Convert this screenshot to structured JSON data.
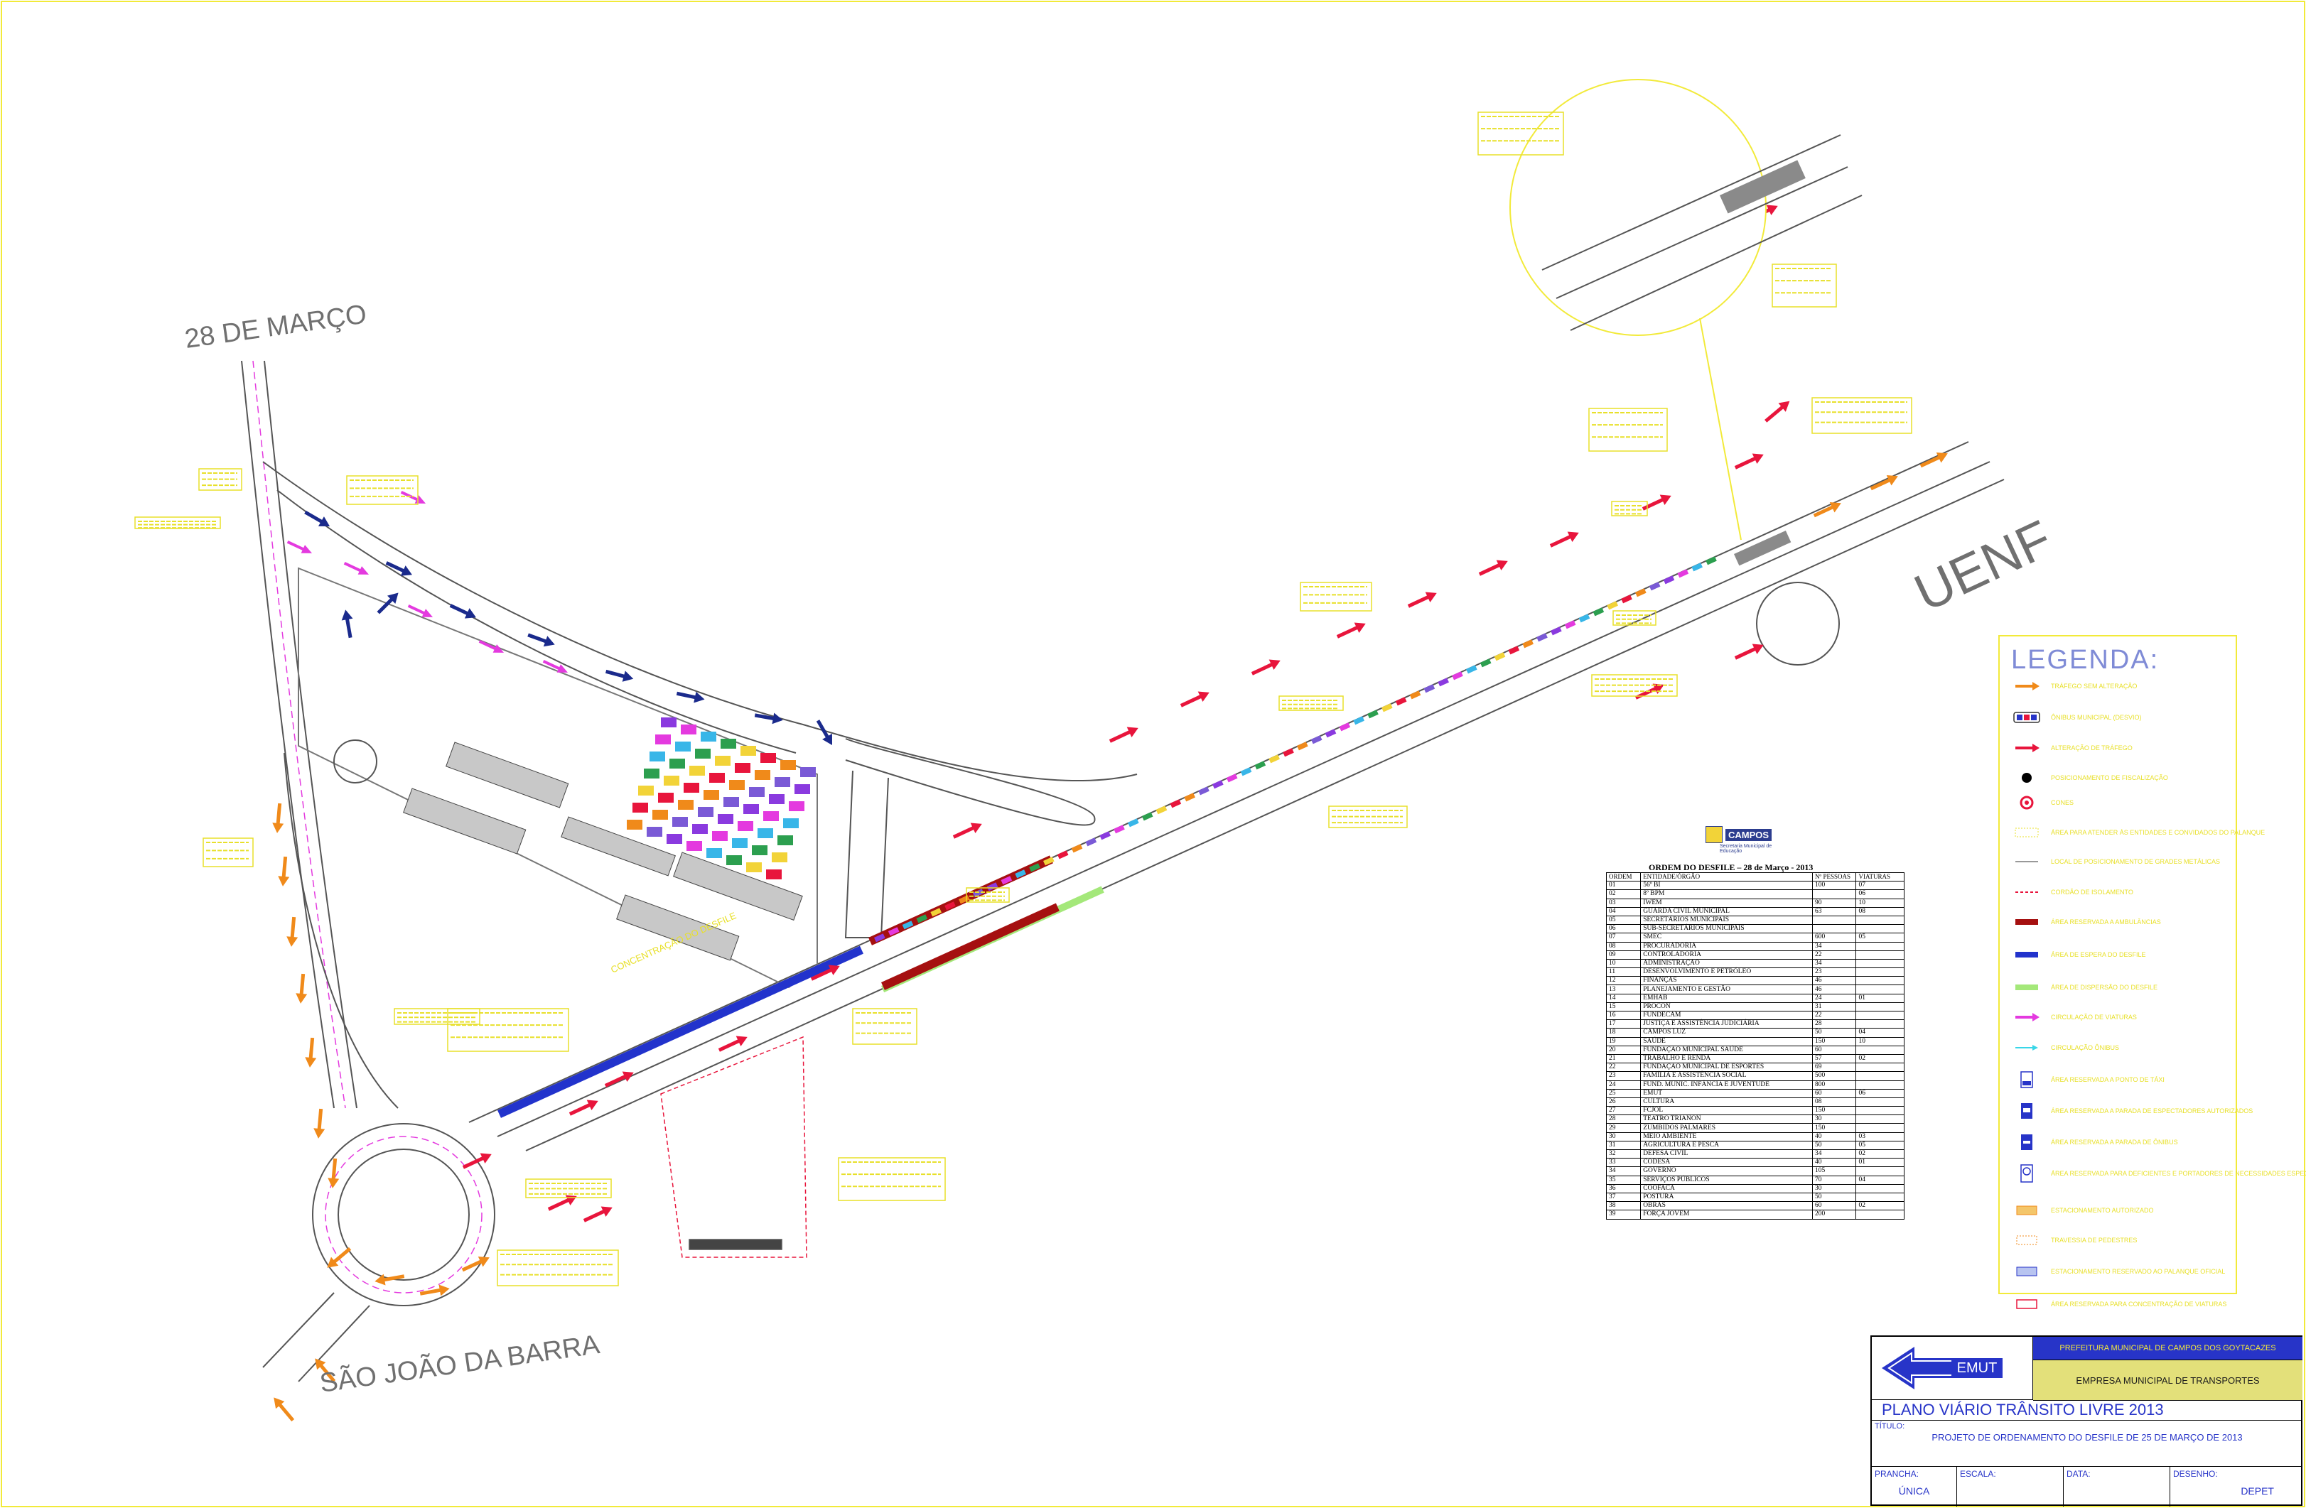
{
  "places": {
    "north": "28 DE MARÇO",
    "south": "SÃO JOÃO DA BARRA",
    "east": "UENF"
  },
  "colors": {
    "yellow": "#e8e02a",
    "orange": "#f08a1a",
    "red": "#e8153c",
    "navy": "#1a2a8c",
    "magenta": "#e43adf",
    "blue_bar": "#2233cc",
    "green_bar": "#a4e87a",
    "darkred_bar": "#a51010",
    "road": "#555555"
  },
  "legend": {
    "title": "LEGENDA:",
    "items": [
      {
        "symbol": "orange-arrow-icon",
        "label": "TRÁFEGO SEM ALTERAÇÃO"
      },
      {
        "symbol": "bus-icon",
        "label": "ÔNIBUS MUNICIPAL (DESVIO)"
      },
      {
        "symbol": "red-arrow-icon",
        "label": "ALTERAÇÃO DE TRÁFEGO"
      },
      {
        "symbol": "black-dot-icon",
        "label": "POSICIONAMENTO DE FISCALIZAÇÃO"
      },
      {
        "symbol": "target-icon",
        "label": "CONES"
      },
      {
        "symbol": "dotted-area-icon",
        "label": "ÁREA PARA ATENDER ÀS ENTIDADES E CONVIDADOS DO PALANQUE"
      },
      {
        "symbol": "line-icon",
        "label": "LOCAL DE POSICIONAMENTO DE GRADES METÁLICAS"
      },
      {
        "symbol": "dashed-line-icon",
        "label": "CORDÃO DE ISOLAMENTO"
      },
      {
        "symbol": "darkred-bar-icon",
        "label": "ÁREA RESERVADA A AMBULÂNCIAS"
      },
      {
        "symbol": "blue-bar-icon",
        "label": "ÁREA DE ESPERA DO DESFILE"
      },
      {
        "symbol": "green-bar-icon",
        "label": "ÁREA DE DISPERSÃO DO DESFILE"
      },
      {
        "symbol": "magenta-arrow-icon",
        "label": "CIRCULAÇÃO DE VIATURAS"
      },
      {
        "symbol": "cyan-arrow-icon",
        "label": "CIRCULAÇÃO ÔNIBUS"
      },
      {
        "symbol": "taxi-sign-icon",
        "label": "ÁREA RESERVADA A PONTO DE TÁXI"
      },
      {
        "symbol": "car-sign-icon",
        "label": "ÁREA RESERVADA A PARADA DE ESPECTADORES AUTORIZADOS"
      },
      {
        "symbol": "parking-sign-icon",
        "label": "ÁREA RESERVADA A PARADA DE ÔNIBUS"
      },
      {
        "symbol": "accessible-sign-icon",
        "label": "ÁREA RESERVADA PARA DEFICIENTES E PORTADORES DE NECESSIDADES ESPECIAIS"
      },
      {
        "symbol": "hatch-orange-icon",
        "label": "ESTACIONAMENTO AUTORIZADO"
      },
      {
        "symbol": "dotted-orange-icon",
        "label": "TRAVESSIA DE PEDESTRES"
      },
      {
        "symbol": "hatch-blue-icon",
        "label": "ESTACIONAMENTO RESERVADO AO PALANQUE OFICIAL"
      },
      {
        "symbol": "red-rect-icon",
        "label": "ÁREA RESERVADA PARA CONCENTRAÇÃO DE VIATURAS"
      }
    ]
  },
  "order": {
    "logo_text": "CAMPOS",
    "logo_sub": "Secretaria Municipal de Educação",
    "title": "ORDEM DO DESFILE – 28 de Março - 2013",
    "headers": [
      "ORDEM",
      "ENTIDADE/ÓRGÃO",
      "Nº PESSOAS",
      "VIATURAS"
    ],
    "rows": [
      [
        "01",
        "56º BI",
        "100",
        "07"
      ],
      [
        "02",
        "8º BPM",
        "",
        "06"
      ],
      [
        "03",
        "IWEM",
        "90",
        "10"
      ],
      [
        "04",
        "GUARDA CIVIL MUNICIPAL",
        "63",
        "08"
      ],
      [
        "05",
        "SECRETÁRIOS MUNICIPAIS",
        "",
        ""
      ],
      [
        "06",
        "SUB-SECRETÁRIOS MUNICIPAIS",
        "",
        ""
      ],
      [
        "07",
        "SMEC",
        "600",
        "05"
      ],
      [
        "08",
        "PROCURADORIA",
        "34",
        ""
      ],
      [
        "09",
        "CONTROLADORIA",
        "22",
        ""
      ],
      [
        "10",
        "ADMINISTRAÇÃO",
        "34",
        ""
      ],
      [
        "11",
        "DESENVOLVIMENTO E PETRÓLEO",
        "23",
        ""
      ],
      [
        "12",
        "FINANÇAS",
        "46",
        ""
      ],
      [
        "13",
        "PLANEJAMENTO E GESTÃO",
        "46",
        ""
      ],
      [
        "14",
        "EMHAB",
        "24",
        "01"
      ],
      [
        "15",
        "PROCON",
        "31",
        ""
      ],
      [
        "16",
        "FUNDECAM",
        "22",
        ""
      ],
      [
        "17",
        "JUSTIÇA E ASSISTÊNCIA JUDICIÁRIA",
        "28",
        ""
      ],
      [
        "18",
        "CAMPOS LUZ",
        "50",
        "04"
      ],
      [
        "19",
        "SAÚDE",
        "150",
        "10"
      ],
      [
        "20",
        "FUNDAÇÃO MUNICIPAL SAÚDE",
        "60",
        ""
      ],
      [
        "21",
        "TRABALHO E RENDA",
        "57",
        "02"
      ],
      [
        "22",
        "FUNDAÇÃO MUNICIPAL DE ESPORTES",
        "69",
        ""
      ],
      [
        "23",
        "FAMÍLIA E ASSISTÊNCIA SOCIAL",
        "500",
        ""
      ],
      [
        "24",
        "FUND. MUNIC. INFÂNCIA E JUVENTUDE",
        "800",
        ""
      ],
      [
        "25",
        "EMUT",
        "60",
        "06"
      ],
      [
        "26",
        "CULTURA",
        "08",
        ""
      ],
      [
        "27",
        "FCJOL",
        "150",
        ""
      ],
      [
        "28",
        "TEATRO TRIANON",
        "30",
        ""
      ],
      [
        "29",
        "ZUMBIDOS PALMARES",
        "150",
        ""
      ],
      [
        "30",
        "MEIO AMBIENTE",
        "40",
        "03"
      ],
      [
        "31",
        "AGRICULTURA E PESCA",
        "50",
        "05"
      ],
      [
        "32",
        "DEFESA CIVIL",
        "34",
        "02"
      ],
      [
        "33",
        "CODESA",
        "40",
        "01"
      ],
      [
        "34",
        "GOVERNO",
        "105",
        ""
      ],
      [
        "35",
        "SERVIÇOS PÚBLICOS",
        "70",
        "04"
      ],
      [
        "36",
        "COOFACA",
        "30",
        ""
      ],
      [
        "37",
        "POSTURA",
        "50",
        ""
      ],
      [
        "38",
        "OBRAS",
        "60",
        "02"
      ],
      [
        "39",
        "FORÇA JOVEM",
        "200",
        ""
      ]
    ]
  },
  "titleblock": {
    "logo_text": "EMUT",
    "prefeitura": "PREFEITURA MUNICIPAL DE CAMPOS DOS GOYTACAZES",
    "empresa": "EMPRESA MUNICIPAL DE TRANSPORTES",
    "plano": "PLANO VIÁRIO TRÂNSITO LIVRE 2013",
    "titulo_label": "TÍTULO:",
    "titulo": "PROJETO DE ORDENAMENTO DO DESFILE DE 25 DE MARÇO DE 2013",
    "prancha_label": "PRANCHA:",
    "prancha": "ÚNICA",
    "escala_label": "ESCALA:",
    "escala": "",
    "data_label": "DATA:",
    "data": "",
    "desenho_label": "DESENHO:",
    "desenho": "DEPET"
  },
  "notes": {
    "concentracao": "CONCENTRAÇÃO DO DESFILE"
  }
}
